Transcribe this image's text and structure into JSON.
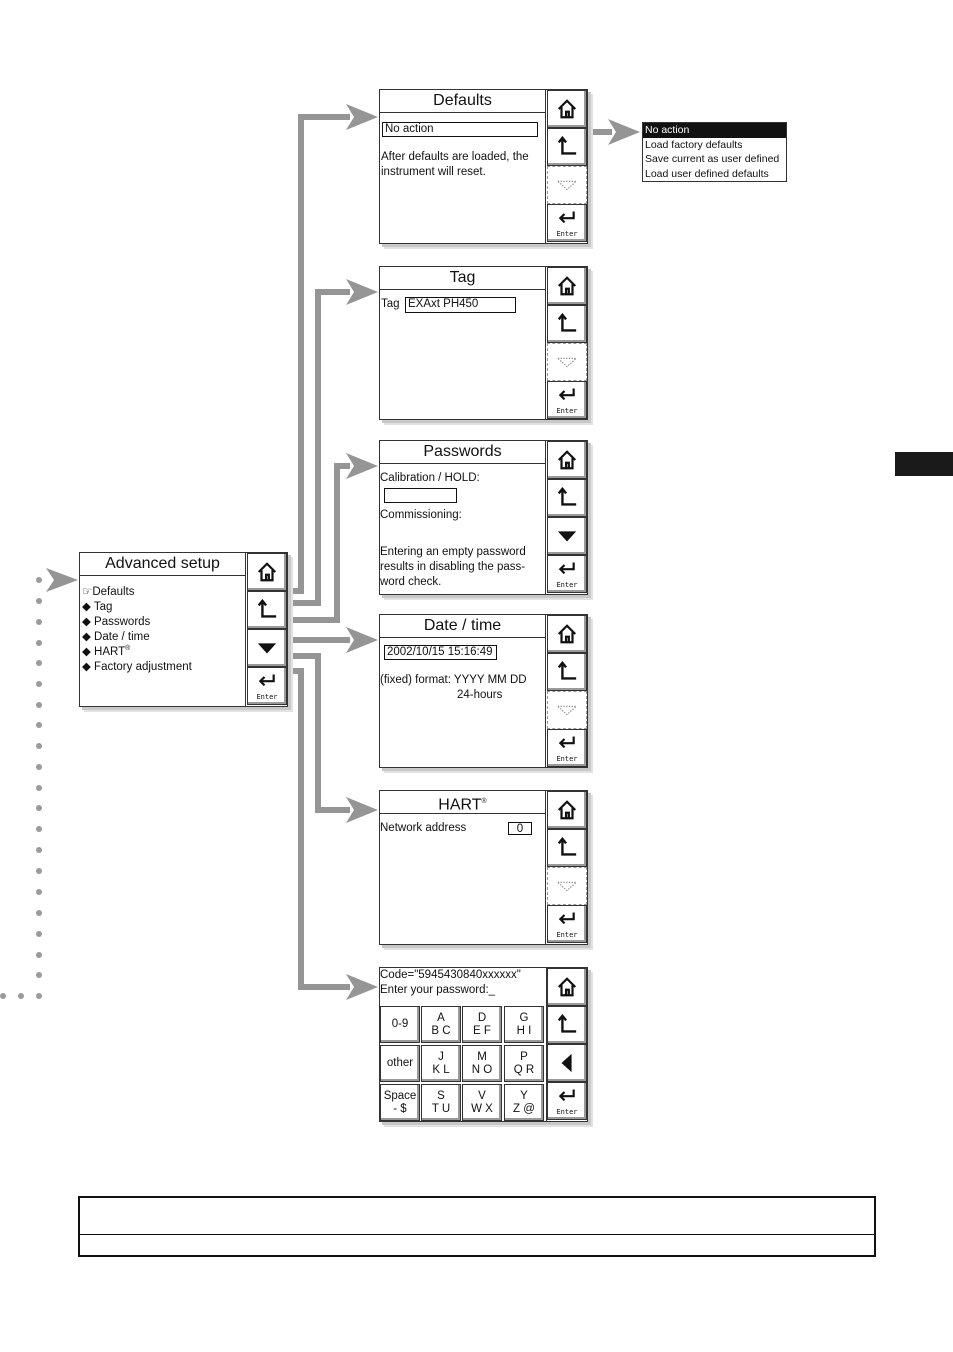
{
  "advanced_setup": {
    "title": "Advanced setup",
    "items": [
      "Defaults",
      "Tag",
      "Passwords",
      "Date / time",
      "HART",
      "Factory adjustment"
    ],
    "selected_index": 0
  },
  "defaults": {
    "title": "Defaults",
    "value": "No action",
    "note_line1": "After defaults are loaded, the",
    "note_line2": "instrument will reset.",
    "options": [
      "No action",
      "Load factory defaults",
      "Save current as user defined",
      "Load user defined defaults"
    ],
    "selected_option": 0
  },
  "tag": {
    "title": "Tag",
    "label": "Tag",
    "value": "EXAxt PH450"
  },
  "passwords": {
    "title": "Passwords",
    "calibration_label": "Calibration / HOLD:",
    "calibration_value": "",
    "commissioning_label": "Commissioning:",
    "note_line1": "Entering an empty password",
    "note_line2": "results in disabling the pass-",
    "note_line3": "word check."
  },
  "date_time": {
    "title": "Date / time",
    "value": "2002/10/15 15:16:49",
    "format_label": "(fixed) format: YYYY MM DD",
    "format_line2": "24-hours"
  },
  "hart": {
    "title": "HART",
    "trademark": "®",
    "network_label": "Network address",
    "network_value": "0"
  },
  "factory": {
    "code_line": "Code=\"5945430840xxxxxx\"",
    "prompt": "Enter your password:_",
    "keys": [
      [
        "0-9",
        ""
      ],
      [
        "A",
        "B C"
      ],
      [
        "D",
        "E F"
      ],
      [
        "G",
        "H I"
      ],
      [
        "other",
        ""
      ],
      [
        "J",
        "K L"
      ],
      [
        "M",
        "N O"
      ],
      [
        "P",
        "Q R"
      ],
      [
        "Space",
        "- $"
      ],
      [
        "S",
        "T U"
      ],
      [
        "V",
        "W X"
      ],
      [
        "Y",
        "Z @"
      ]
    ]
  },
  "buttons": {
    "enter_label": "Enter"
  },
  "colors": {
    "arrow": "#959595",
    "dots": "#9a9a9a",
    "selection": "#111111"
  }
}
